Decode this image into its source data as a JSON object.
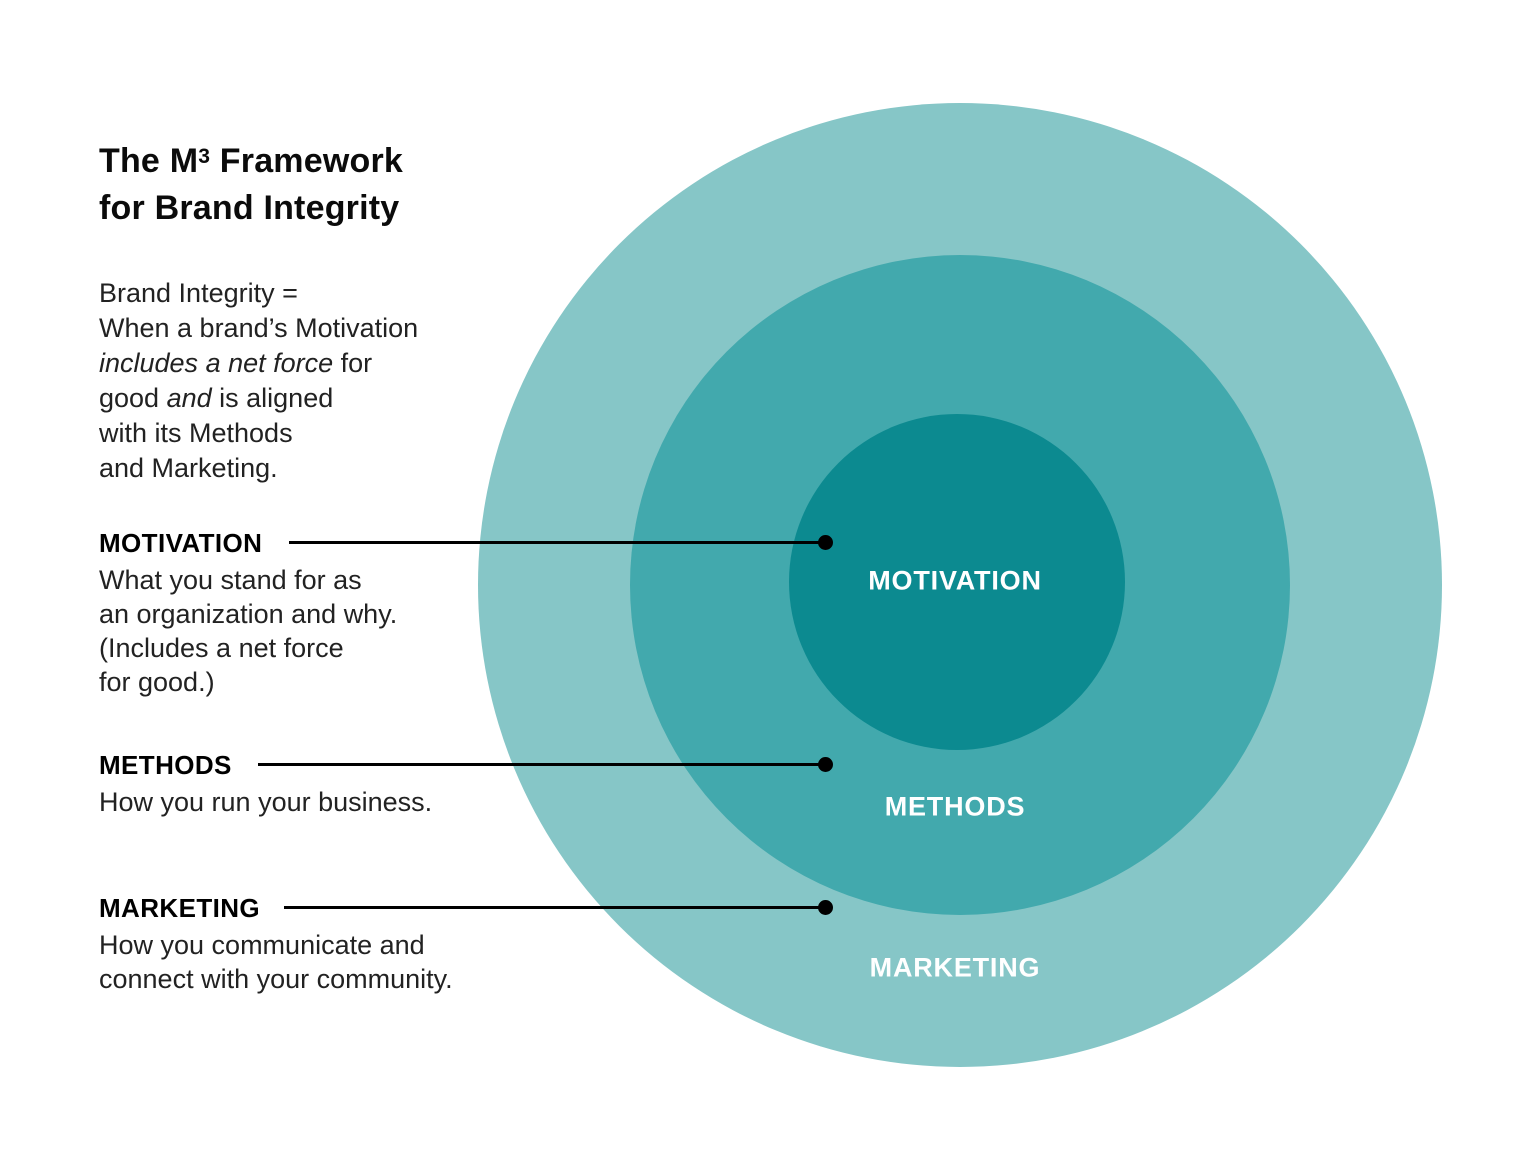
{
  "title": {
    "line1_pre": "The M",
    "line1_sup": "3",
    "line1_post": " Framework",
    "line2": "for Brand Integrity"
  },
  "intro": {
    "line1": "Brand Integrity =",
    "line2": "When a brand’s Motivation",
    "line3_italic": "includes a net force",
    "line3_rest": " for",
    "line4_pre": "good ",
    "line4_italic": "and",
    "line4_post": " is aligned",
    "line5": "with its Methods",
    "line6": "and Marketing."
  },
  "legend": [
    {
      "label": "MOTIVATION",
      "description": "What you stand for as\nan organization and why.\n(Includes a net force\nfor good.)"
    },
    {
      "label": "METHODS",
      "description": "How you run your business."
    },
    {
      "label": "MARKETING",
      "description": "How you communicate and\nconnect with your community."
    }
  ],
  "diagram": {
    "rings": [
      {
        "name": "marketing",
        "label": "MARKETING",
        "color": "#86c6c7"
      },
      {
        "name": "methods",
        "label": "METHODS",
        "color": "#42a9ad"
      },
      {
        "name": "motivation",
        "label": "MOTIVATION",
        "color": "#0c8a90"
      }
    ],
    "label_color": "#ffffff"
  },
  "colors": {
    "background": "#ffffff",
    "connector": "#000000"
  }
}
